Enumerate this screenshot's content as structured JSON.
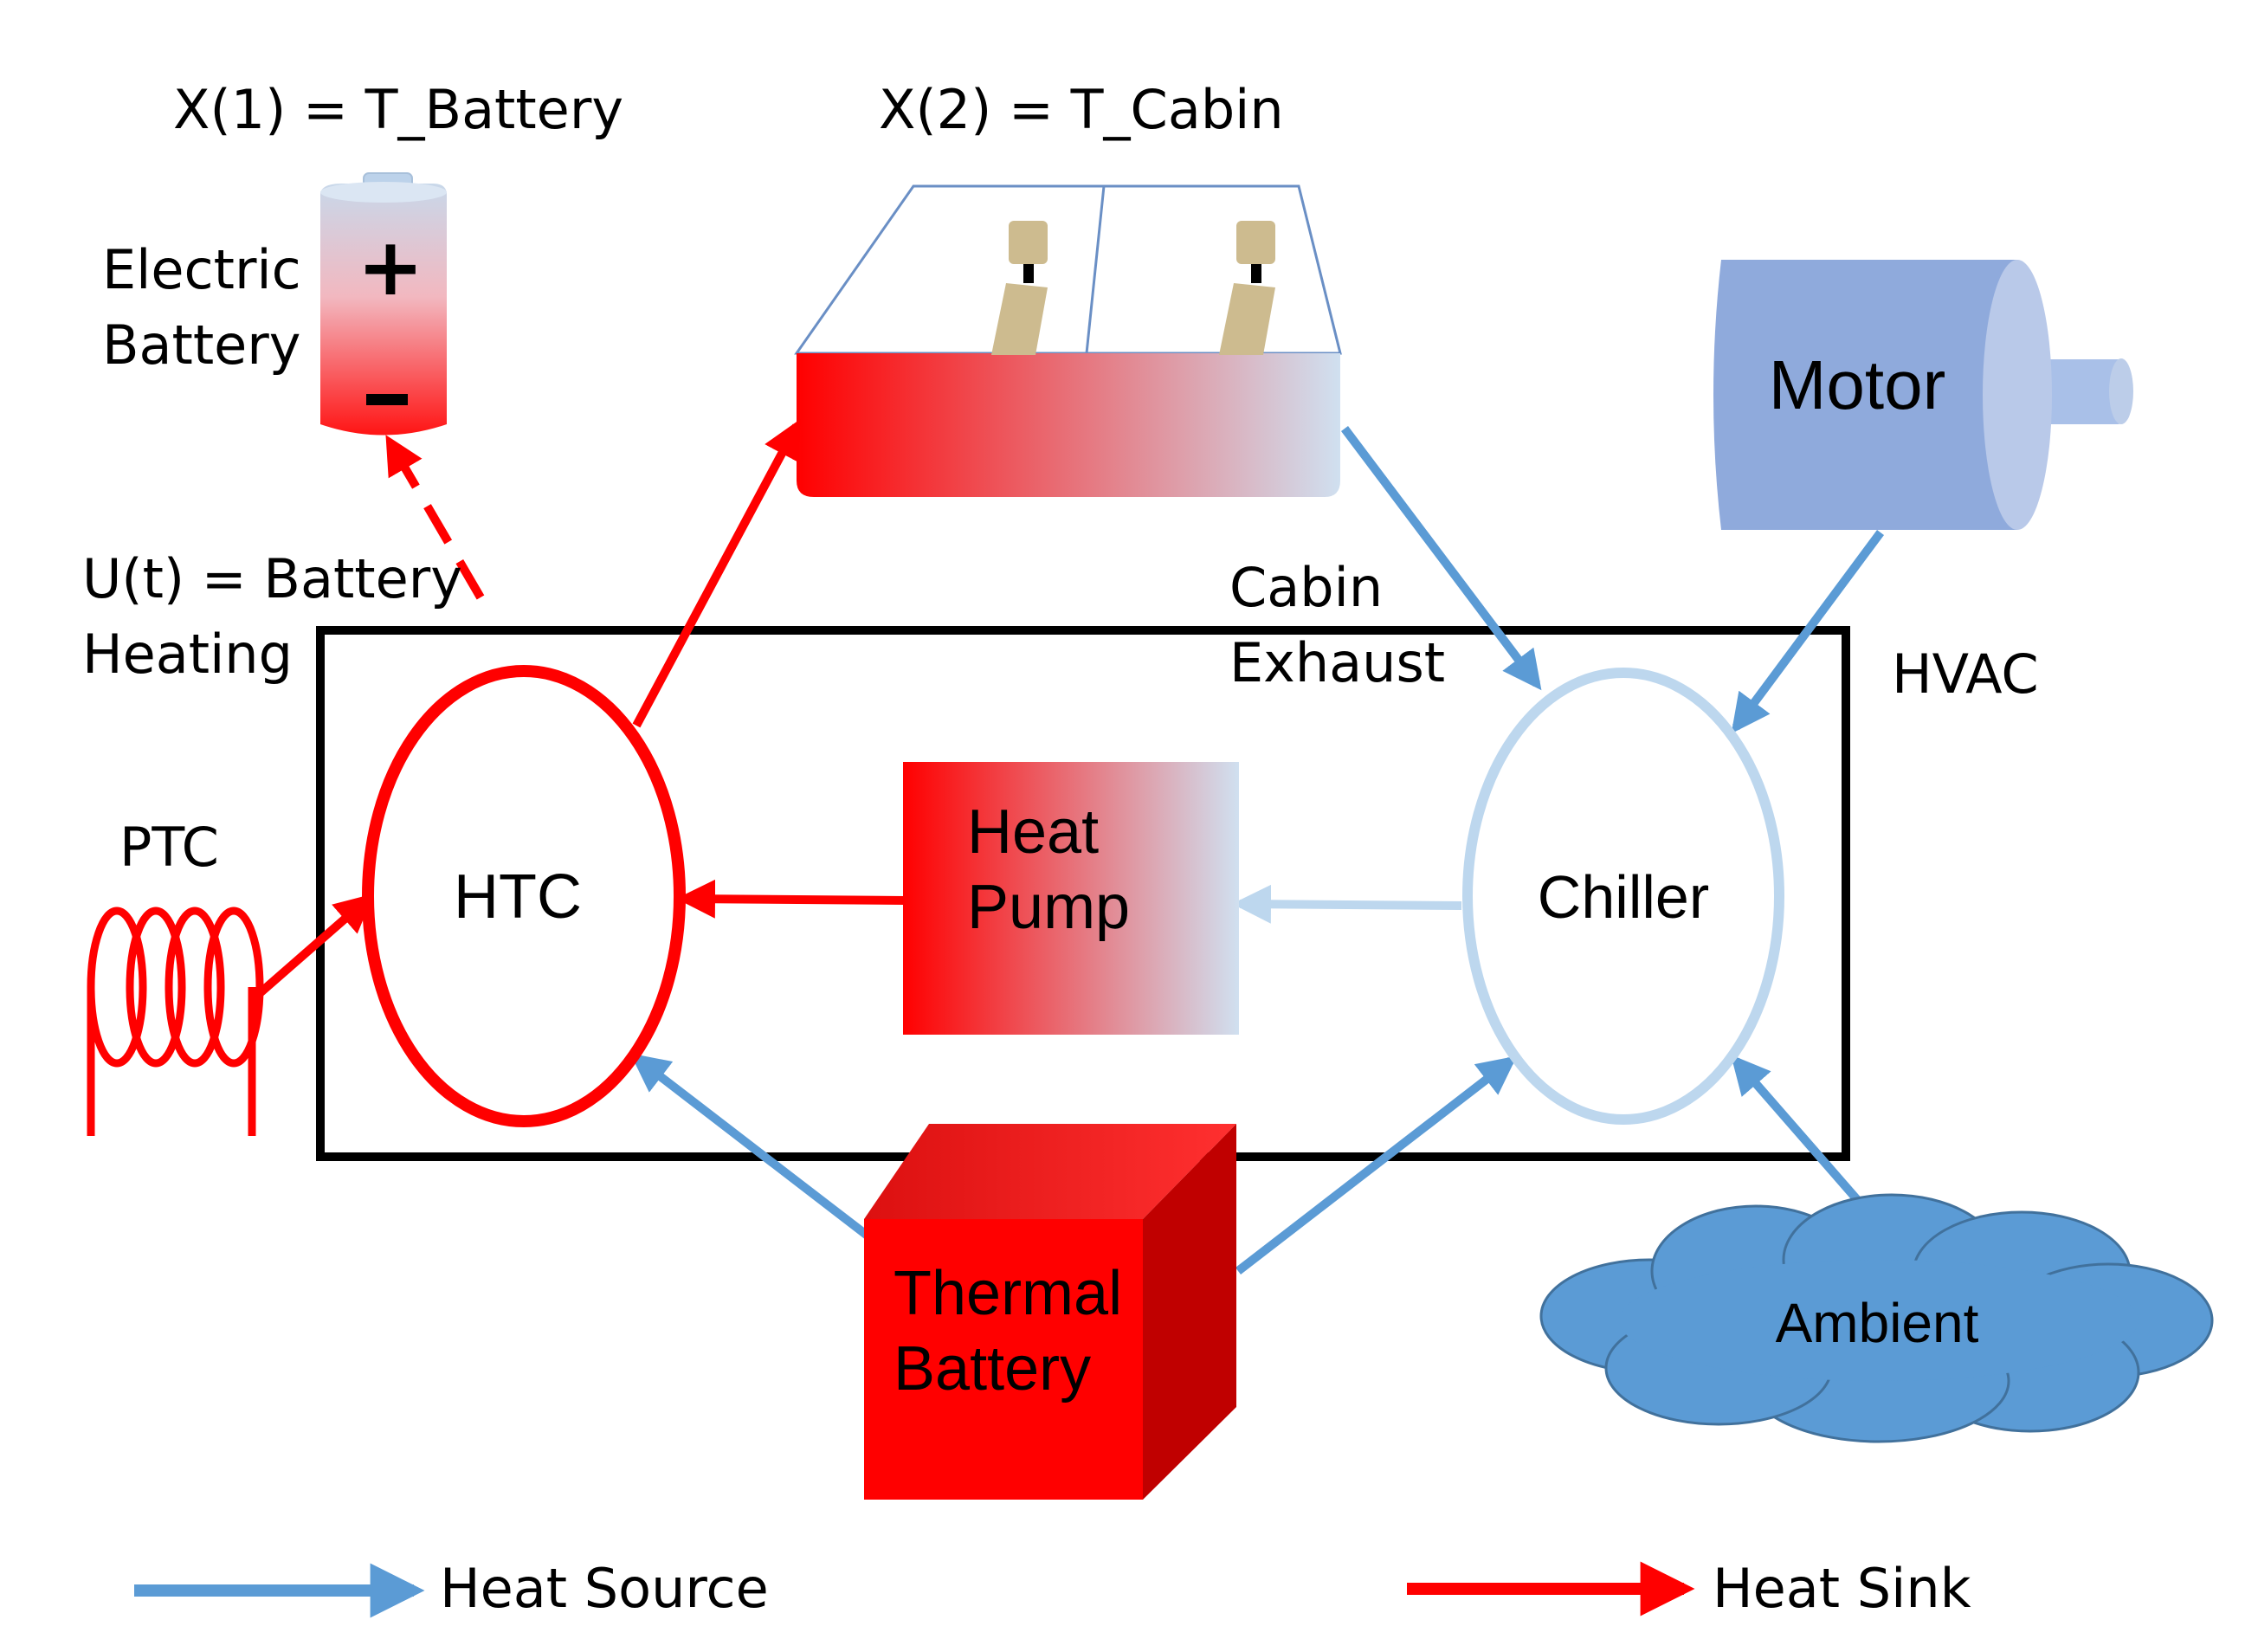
{
  "labels": {
    "t_battery": "X(1) = T_Battery",
    "t_cabin": "X(2) = T_Cabin",
    "electric_battery_line1": "Electric",
    "electric_battery_line2": "Battery",
    "battery_heating_line1": "U(t) = Battery",
    "battery_heating_line2": "Heating",
    "ptc": "PTC",
    "htc": "HTC",
    "heat_pump_line1": "Heat",
    "heat_pump_line2": "Pump",
    "chiller": "Chiller",
    "cabin_exhaust_line1": "Cabin",
    "cabin_exhaust_line2": "Exhaust",
    "hvac": "HVAC",
    "motor": "Motor",
    "thermal_battery_line1": "Thermal",
    "thermal_battery_line2": "Battery",
    "ambient": "Ambient"
  },
  "battery_symbols": {
    "plus": "+",
    "minus": "−"
  },
  "legend": {
    "source_label": "Heat Source",
    "sink_label": "Heat Sink"
  },
  "colors": {
    "heat_sink": "#ff0000",
    "heat_source": "#5b9bd5",
    "chiller_ring": "#bdd7ee",
    "motor_body": "#8faadc",
    "ambient_cloud": "#5b9bd5",
    "cabin_light": "#d6e4f2"
  }
}
